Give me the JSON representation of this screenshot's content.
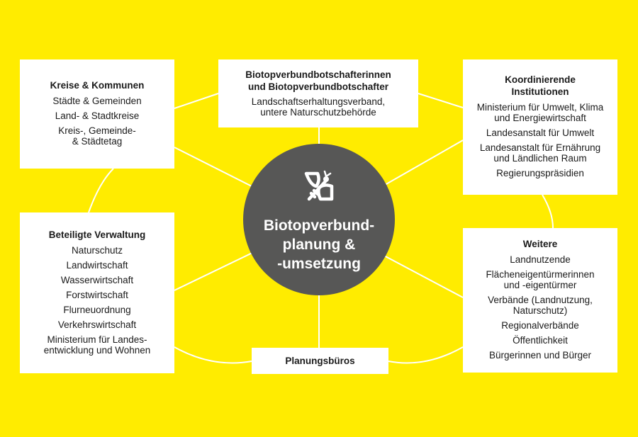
{
  "colors": {
    "background": "#ffec00",
    "box": "#ffffff",
    "center_circle": "#575756",
    "connector": "#ffffff",
    "text": "#1a1a1a"
  },
  "center": {
    "icon": "bee-icon",
    "label": "Biotopverbund-\nplanung &\n-umsetzung"
  },
  "nodes": {
    "kreise": {
      "title": "Kreise & Kommunen",
      "items": [
        "Städte & Gemeinden",
        "Land- & Stadtkreise",
        "Kreis-, Gemeinde-\n& Städtetag"
      ]
    },
    "botschafter": {
      "title": "Biotopverbundbotschafterinnen\nund Biotopverbundbotschafter",
      "items": [
        "Landschaftserhaltungsverband,\nuntere Naturschutzbehörde"
      ]
    },
    "koordinierende": {
      "title": "Koordinierende\nInstitutionen",
      "items": [
        "Ministerium für Umwelt, Klima\nund Energiewirtschaft",
        "Landesanstalt für Umwelt",
        "Landesanstalt für Ernährung\nund Ländlichen Raum",
        "Regierungspräsidien"
      ]
    },
    "verwaltung": {
      "title": "Beteiligte Verwaltung",
      "items": [
        "Naturschutz",
        "Landwirtschaft",
        "Wasserwirtschaft",
        "Forstwirtschaft",
        "Flurneuordnung",
        "Verkehrswirtschaft",
        "Ministerium für Landes-\nentwicklung und Wohnen"
      ]
    },
    "weitere": {
      "title": "Weitere",
      "items": [
        "Landnutzende",
        "Flächeneigentürmerinnen\nund -eigentürmer",
        "Verbände (Landnutzung,\nNaturschutz)",
        "Regionalverbände",
        "Öffentlichkeit",
        "Bürgerinnen und Bürger"
      ]
    },
    "planungsbueros": {
      "title": "Planungsbüros"
    }
  }
}
